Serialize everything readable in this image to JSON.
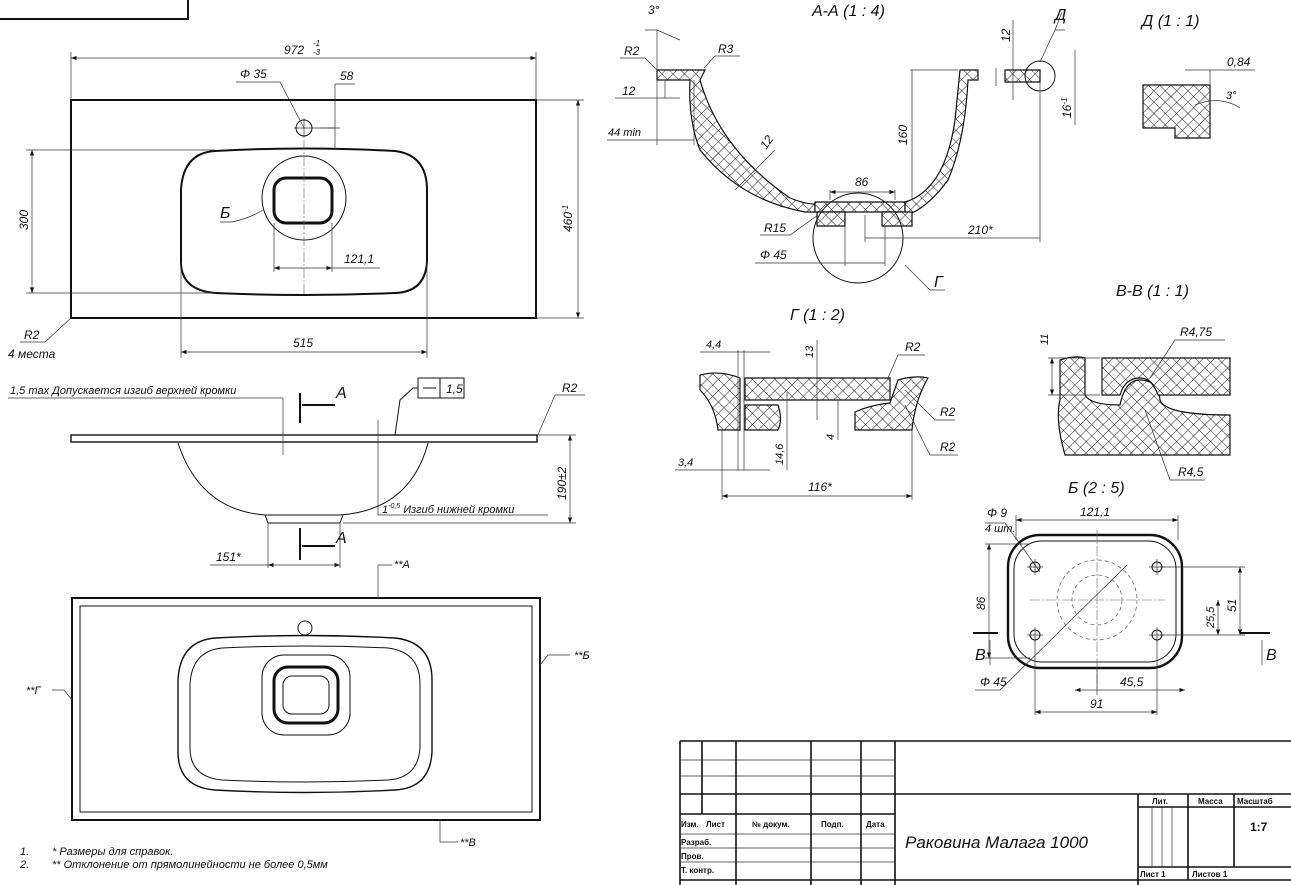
{
  "plan_view": {
    "width": "972",
    "width_tol_top": "-1",
    "width_tol_bottom": "-3",
    "tap_hole": "Φ 35",
    "tap_offset": "58",
    "bowl_depth": "300",
    "depth": "460",
    "depth_tol": "-1",
    "detail_b": "Б",
    "drain_width": "121,1",
    "bowl_width": "515",
    "corner_radius": "R2",
    "corner_count": "4 места"
  },
  "side_view": {
    "upper_note": "1,5 max Допускается изгиб верхней кромки",
    "section_a_top": "А",
    "section_a_bottom": "А",
    "flatness": "1,5",
    "edge_radius": "R2",
    "height": "190±2",
    "lower_note_value": "1",
    "lower_note_tol": "-0,5",
    "lower_note": "Изгиб нижней кромки",
    "drain_offset": "151*"
  },
  "bottom_view": {
    "mark_a": "**А",
    "mark_b": "**Б",
    "mark_g": "**Г",
    "mark_v": "**В"
  },
  "notes": [
    {
      "num": "1.",
      "text": "* Размеры для справок."
    },
    {
      "num": "2.",
      "text": "** Отклонение от прямолинейности не более 0,5мм"
    }
  ],
  "section_aa": {
    "title": "А-А (1 : 4)",
    "angle": "3°",
    "r2": "R2",
    "r3": "R3",
    "rim": "12",
    "min": "44 min",
    "wall": "12",
    "drain": "86",
    "r15": "R15",
    "hole": "Φ 45",
    "offset": "210*",
    "depth": "160",
    "detail_g": "Г",
    "detail_d": "Д",
    "edge_h": "12",
    "edge_16": "16",
    "edge_16_tol": "-1"
  },
  "detail_d": {
    "title": "Д (1 : 1)",
    "gap": "0,84",
    "angle": "3°"
  },
  "detail_g": {
    "title": "Г (1 : 2)",
    "d44": "4,4",
    "d13": "13",
    "r2a": "R2",
    "r2b": "R2",
    "r2c": "R2",
    "d4": "4",
    "d146": "14,6",
    "d34": "3,4",
    "d116": "116*"
  },
  "section_vv": {
    "title": "В-В (1 : 1)",
    "d11": "11",
    "r475": "R4,75",
    "r45": "R4,5"
  },
  "detail_b": {
    "title": "Б (2 : 5)",
    "holes": "Φ 9",
    "holes_count": "4 шт.",
    "width": "121,1",
    "height": "86",
    "h51": "51",
    "h255": "25,5",
    "circle": "Φ 45",
    "w455": "45,5",
    "w91": "91",
    "cut_left": "В",
    "cut_right": "В"
  },
  "title_block": {
    "headers": [
      "Изм.",
      "Лист",
      "№ докум.",
      "Подп.",
      "Дата"
    ],
    "roles": [
      "Разраб.",
      "Пров.",
      "Т. контр."
    ],
    "product": "Раковина Малага 1000",
    "lit": "Лит.",
    "mass": "Масса",
    "scale_label": "Масштаб",
    "scale": "1:7",
    "sheet": "Лист 1",
    "sheets": "Листов 1"
  }
}
